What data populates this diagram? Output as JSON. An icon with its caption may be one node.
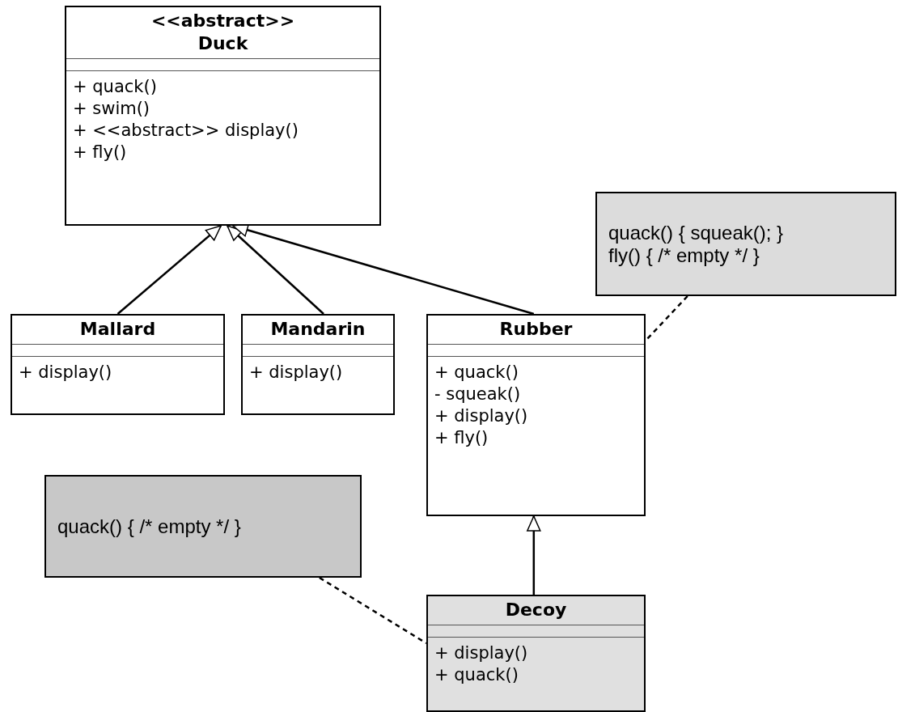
{
  "diagram": {
    "nodes": [
      {
        "text": [
          "<<abstract>>",
          "Duck",
          "+ quack()",
          "+ swim()",
          "+ <<abstract>> display()",
          "+ fly()"
        ]
      },
      {
        "text": [
          "Mallard",
          "+ display()"
        ]
      },
      {
        "text": [
          "Mandarin",
          "+ display()"
        ]
      },
      {
        "text": [
          "Rubber",
          "+ quack()",
          "- squeak()",
          "+ display()",
          "+ fly()"
        ]
      },
      {
        "text": [
          "quack() { squeak(); }",
          "fly() { /* empty */ }"
        ]
      },
      {
        "text": [
          "quack() { /* empty */ }"
        ]
      },
      {
        "text": [
          "Decoy",
          "+ display()",
          "+ quack()"
        ]
      }
    ],
    "edges": [
      {
        "from": 1,
        "to": 0,
        "arrow": "to"
      },
      {
        "from": 2,
        "to": 0,
        "arrow": "to"
      },
      {
        "from": 3,
        "to": 0,
        "arrow": "to"
      },
      {
        "from": 6,
        "to": 3,
        "arrow": "to"
      },
      {
        "from": 4,
        "to": 3,
        "arrow": "none",
        "style": "dashed"
      },
      {
        "from": 5,
        "to": 6,
        "arrow": "none",
        "style": "dashed"
      }
    ]
  }
}
